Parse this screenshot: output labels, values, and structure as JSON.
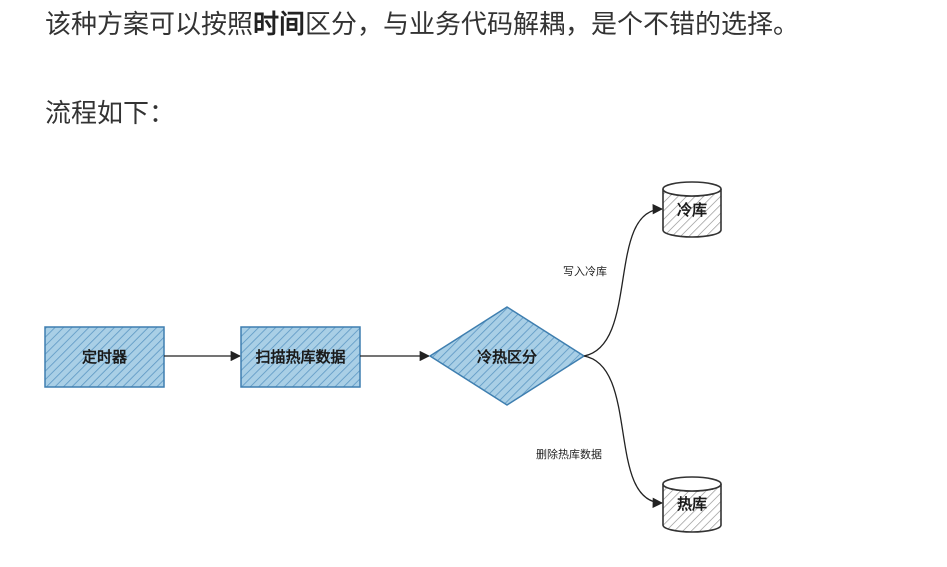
{
  "paragraph1": {
    "before": "该种方案可以按照",
    "bold": "时间",
    "after": "区分，与业务代码解耦，是个不错的选择。"
  },
  "paragraph2": "流程如下：",
  "diagram": {
    "nodes": {
      "timer": "定时器",
      "scan": "扫描热库数据",
      "decision": "冷热区分",
      "cold_db": "冷库",
      "hot_db": "热库"
    },
    "edges": {
      "to_cold": "写入冷库",
      "to_hot": "删除热库数据"
    },
    "colors": {
      "fill": "#a9cfe6",
      "hatch": "#5b97c3",
      "border": "#3f7fb0",
      "db_border": "#333333",
      "db_hatch": "#8a8a8a",
      "arrow": "#222222"
    }
  }
}
